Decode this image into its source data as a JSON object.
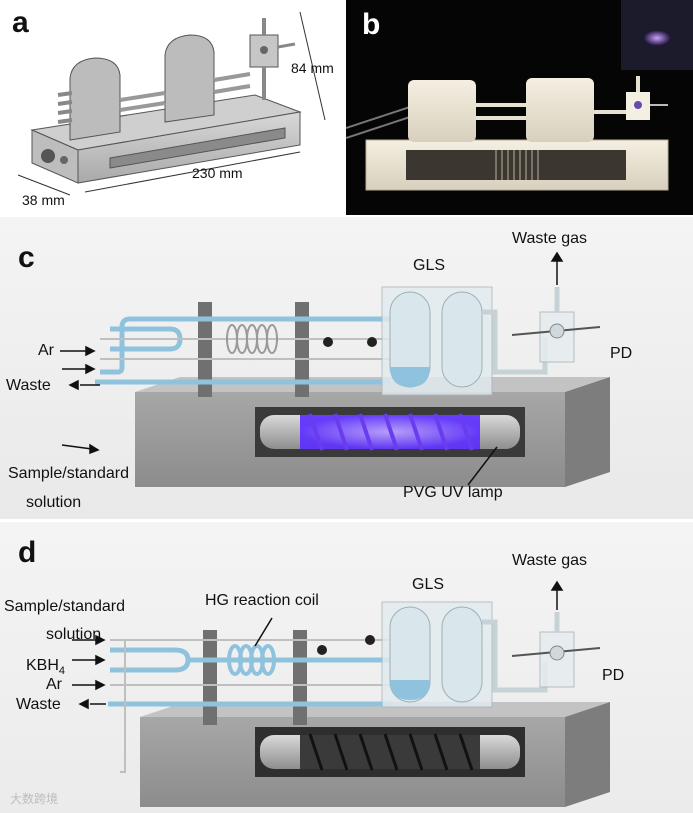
{
  "panels": {
    "a": {
      "letter": "a",
      "dim_height": "84 mm",
      "dim_length": "230 mm",
      "dim_width": "38 mm"
    },
    "b": {
      "letter": "b"
    },
    "c": {
      "letter": "c",
      "labels": {
        "waste_gas": "Waste gas",
        "gls": "GLS",
        "ar": "Ar",
        "waste": "Waste",
        "pd": "PD",
        "sample_line1": "Sample/standard",
        "sample_line2": "solution",
        "uv_lamp": "PVG UV lamp"
      }
    },
    "d": {
      "letter": "d",
      "labels": {
        "waste_gas": "Waste gas",
        "gls": "GLS",
        "hg_coil": "HG reaction coil",
        "sample_line1": "Sample/standard",
        "sample_line2": "solution",
        "kbh4": "KBH",
        "kbh4_sub": "4",
        "ar": "Ar",
        "waste": "Waste",
        "pd": "PD"
      }
    }
  },
  "watermark": "大数跨境",
  "colors": {
    "tube": "#8fc3dd",
    "uv_glow": "#7b4dff",
    "base": "#9a9a9a",
    "frame": "#6d6d6d"
  }
}
